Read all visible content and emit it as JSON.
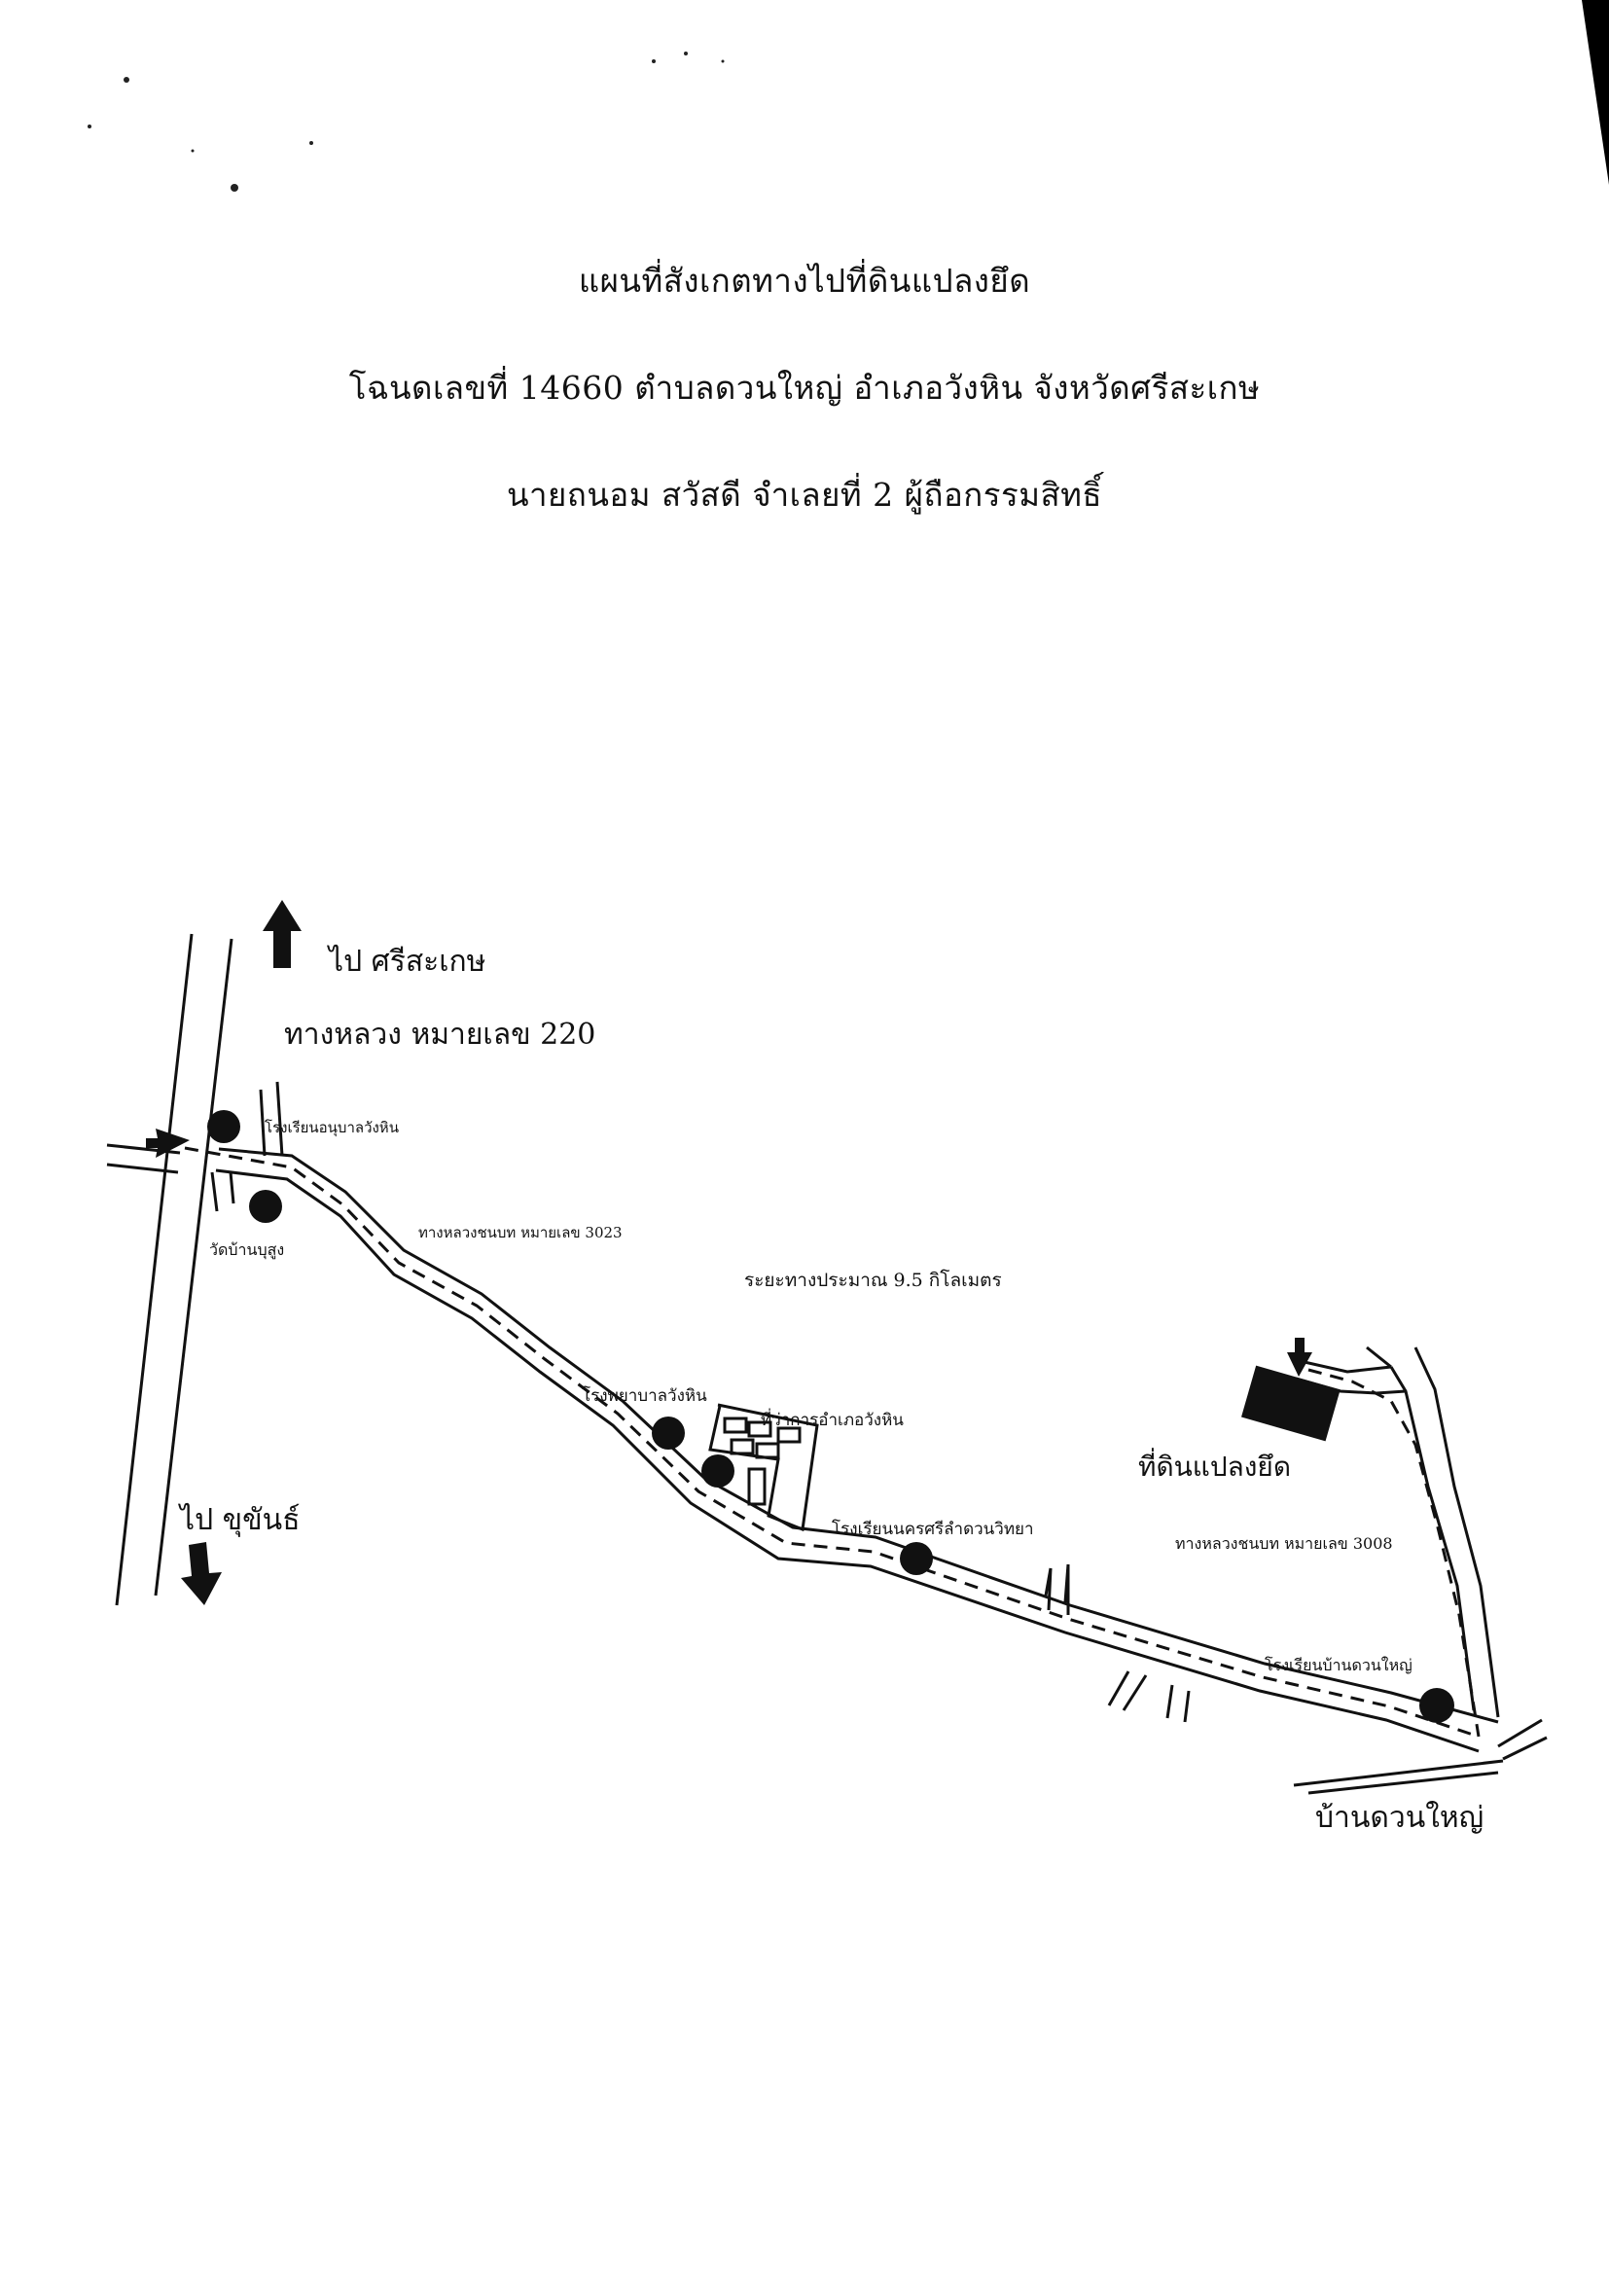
{
  "header": {
    "title": "แผนที่สังเกตทางไปที่ดินแปลงยึด",
    "deed_line": "โฉนดเลขที่ 14660 ตำบลดวนใหญ่ อำเภอวังหิน จังหวัดศรีสะเกษ",
    "owner_line": "นายถนอม สวัสดี จำเลยที่ 2 ผู้ถือกรรมสิทธิ์"
  },
  "map": {
    "direction_north": "ไป ศรีสะเกษ",
    "direction_south": "ไป ขุขันธ์",
    "highway_label": "ทางหลวง หมายเลข 220",
    "rural_road_3023": "ทางหลวงชนบท หมายเลข 3023",
    "rural_road_3008": "ทางหลวงชนบท หมายเลข 3008",
    "distance_note": "ระยะทางประมาณ 9.5 กิโลเมตร",
    "seized_land": "ที่ดินแปลงยึด",
    "village": "บ้านดวนใหญ่",
    "landmarks": {
      "kindergarten": "โรงเรียนอนุบาลวังหิน",
      "temple": "วัดบ้านบุสูง",
      "hospital": "โรงพยาบาลวังหิน",
      "district_office": "ที่ว่าการอำเภอวังหิน",
      "nakhon_school": "โรงเรียนนครศรีลำดวนวิทยา",
      "duan_school": "โรงเรียนบ้านดวนใหญ่"
    },
    "icons": [
      "arrow-up-icon",
      "arrow-down-icon",
      "pointer-arrow-icon",
      "landmark-dot-icon",
      "building-icon"
    ],
    "colors": {
      "ink": "#111111",
      "paper": "#ffffff"
    }
  }
}
